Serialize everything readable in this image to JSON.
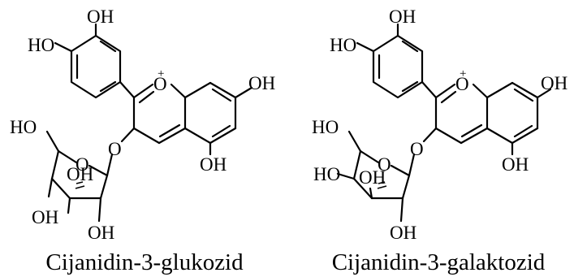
{
  "figure": {
    "structures": [
      {
        "caption": "Cijanidin-3-glukozid",
        "labels": {
          "oh_top": "OH",
          "ho_left": "HO",
          "ring_o": "O",
          "charge": "+",
          "oh_right": "OH",
          "oh_lower": "OH",
          "ether_o": "O",
          "ho_sugar": "HO",
          "sugar_ring_o": "O",
          "oh_sugar_mid": "OH",
          "oh_sugar_bottom_left": "OH",
          "oh_sugar_bottom": "OH"
        }
      },
      {
        "caption": "Cijanidin-3-galaktozid",
        "labels": {
          "oh_top": "OH",
          "ho_left": "HO",
          "ring_o": "O",
          "charge": "+",
          "oh_right": "OH",
          "oh_lower": "OH",
          "ether_o": "O",
          "ho_sugar": "HO",
          "ho_sugar_extra": "HO",
          "sugar_ring_o": "O",
          "oh_sugar_mid": "OH",
          "oh_sugar_bottom": "OH"
        }
      }
    ]
  }
}
